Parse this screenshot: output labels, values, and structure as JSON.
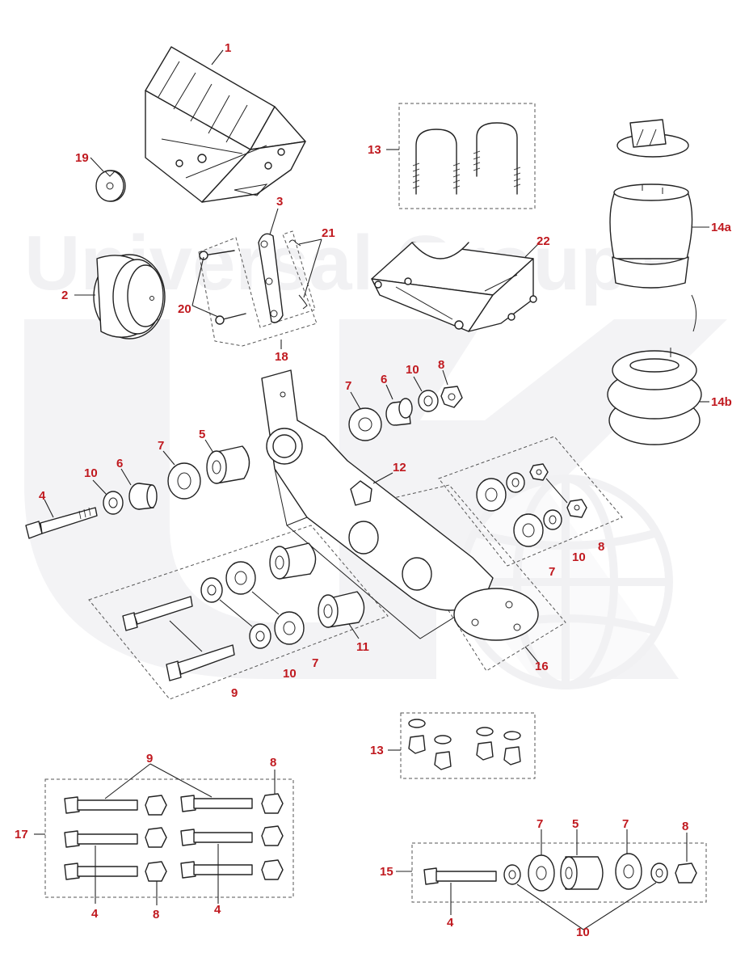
{
  "watermark": {
    "text": "Universal Group®",
    "color": "#f1f1f3"
  },
  "accent_color": "#c0191f",
  "callouts": {
    "c1": "1",
    "c2": "2",
    "c3": "3",
    "c4a": "4",
    "c4b": "4",
    "c4c": "4",
    "c4d": "4",
    "c5a": "5",
    "c5b": "5",
    "c6a": "6",
    "c6b": "6",
    "c7a": "7",
    "c7b": "7",
    "c7c": "7",
    "c7d": "7",
    "c7e": "7",
    "c7f": "7",
    "c8a": "8",
    "c8b": "8",
    "c8c": "8",
    "c8d": "8",
    "c8e": "8",
    "c9a": "9",
    "c9b": "9",
    "c10a": "10",
    "c10b": "10",
    "c10c": "10",
    "c10d": "10",
    "c10e": "10",
    "c11": "11",
    "c12": "12",
    "c13a": "13",
    "c13b": "13",
    "c14a": "14a",
    "c14b": "14b",
    "c15": "15",
    "c16": "16",
    "c17": "17",
    "c18": "18",
    "c19": "19",
    "c20": "20",
    "c21": "21",
    "c22": "22"
  }
}
